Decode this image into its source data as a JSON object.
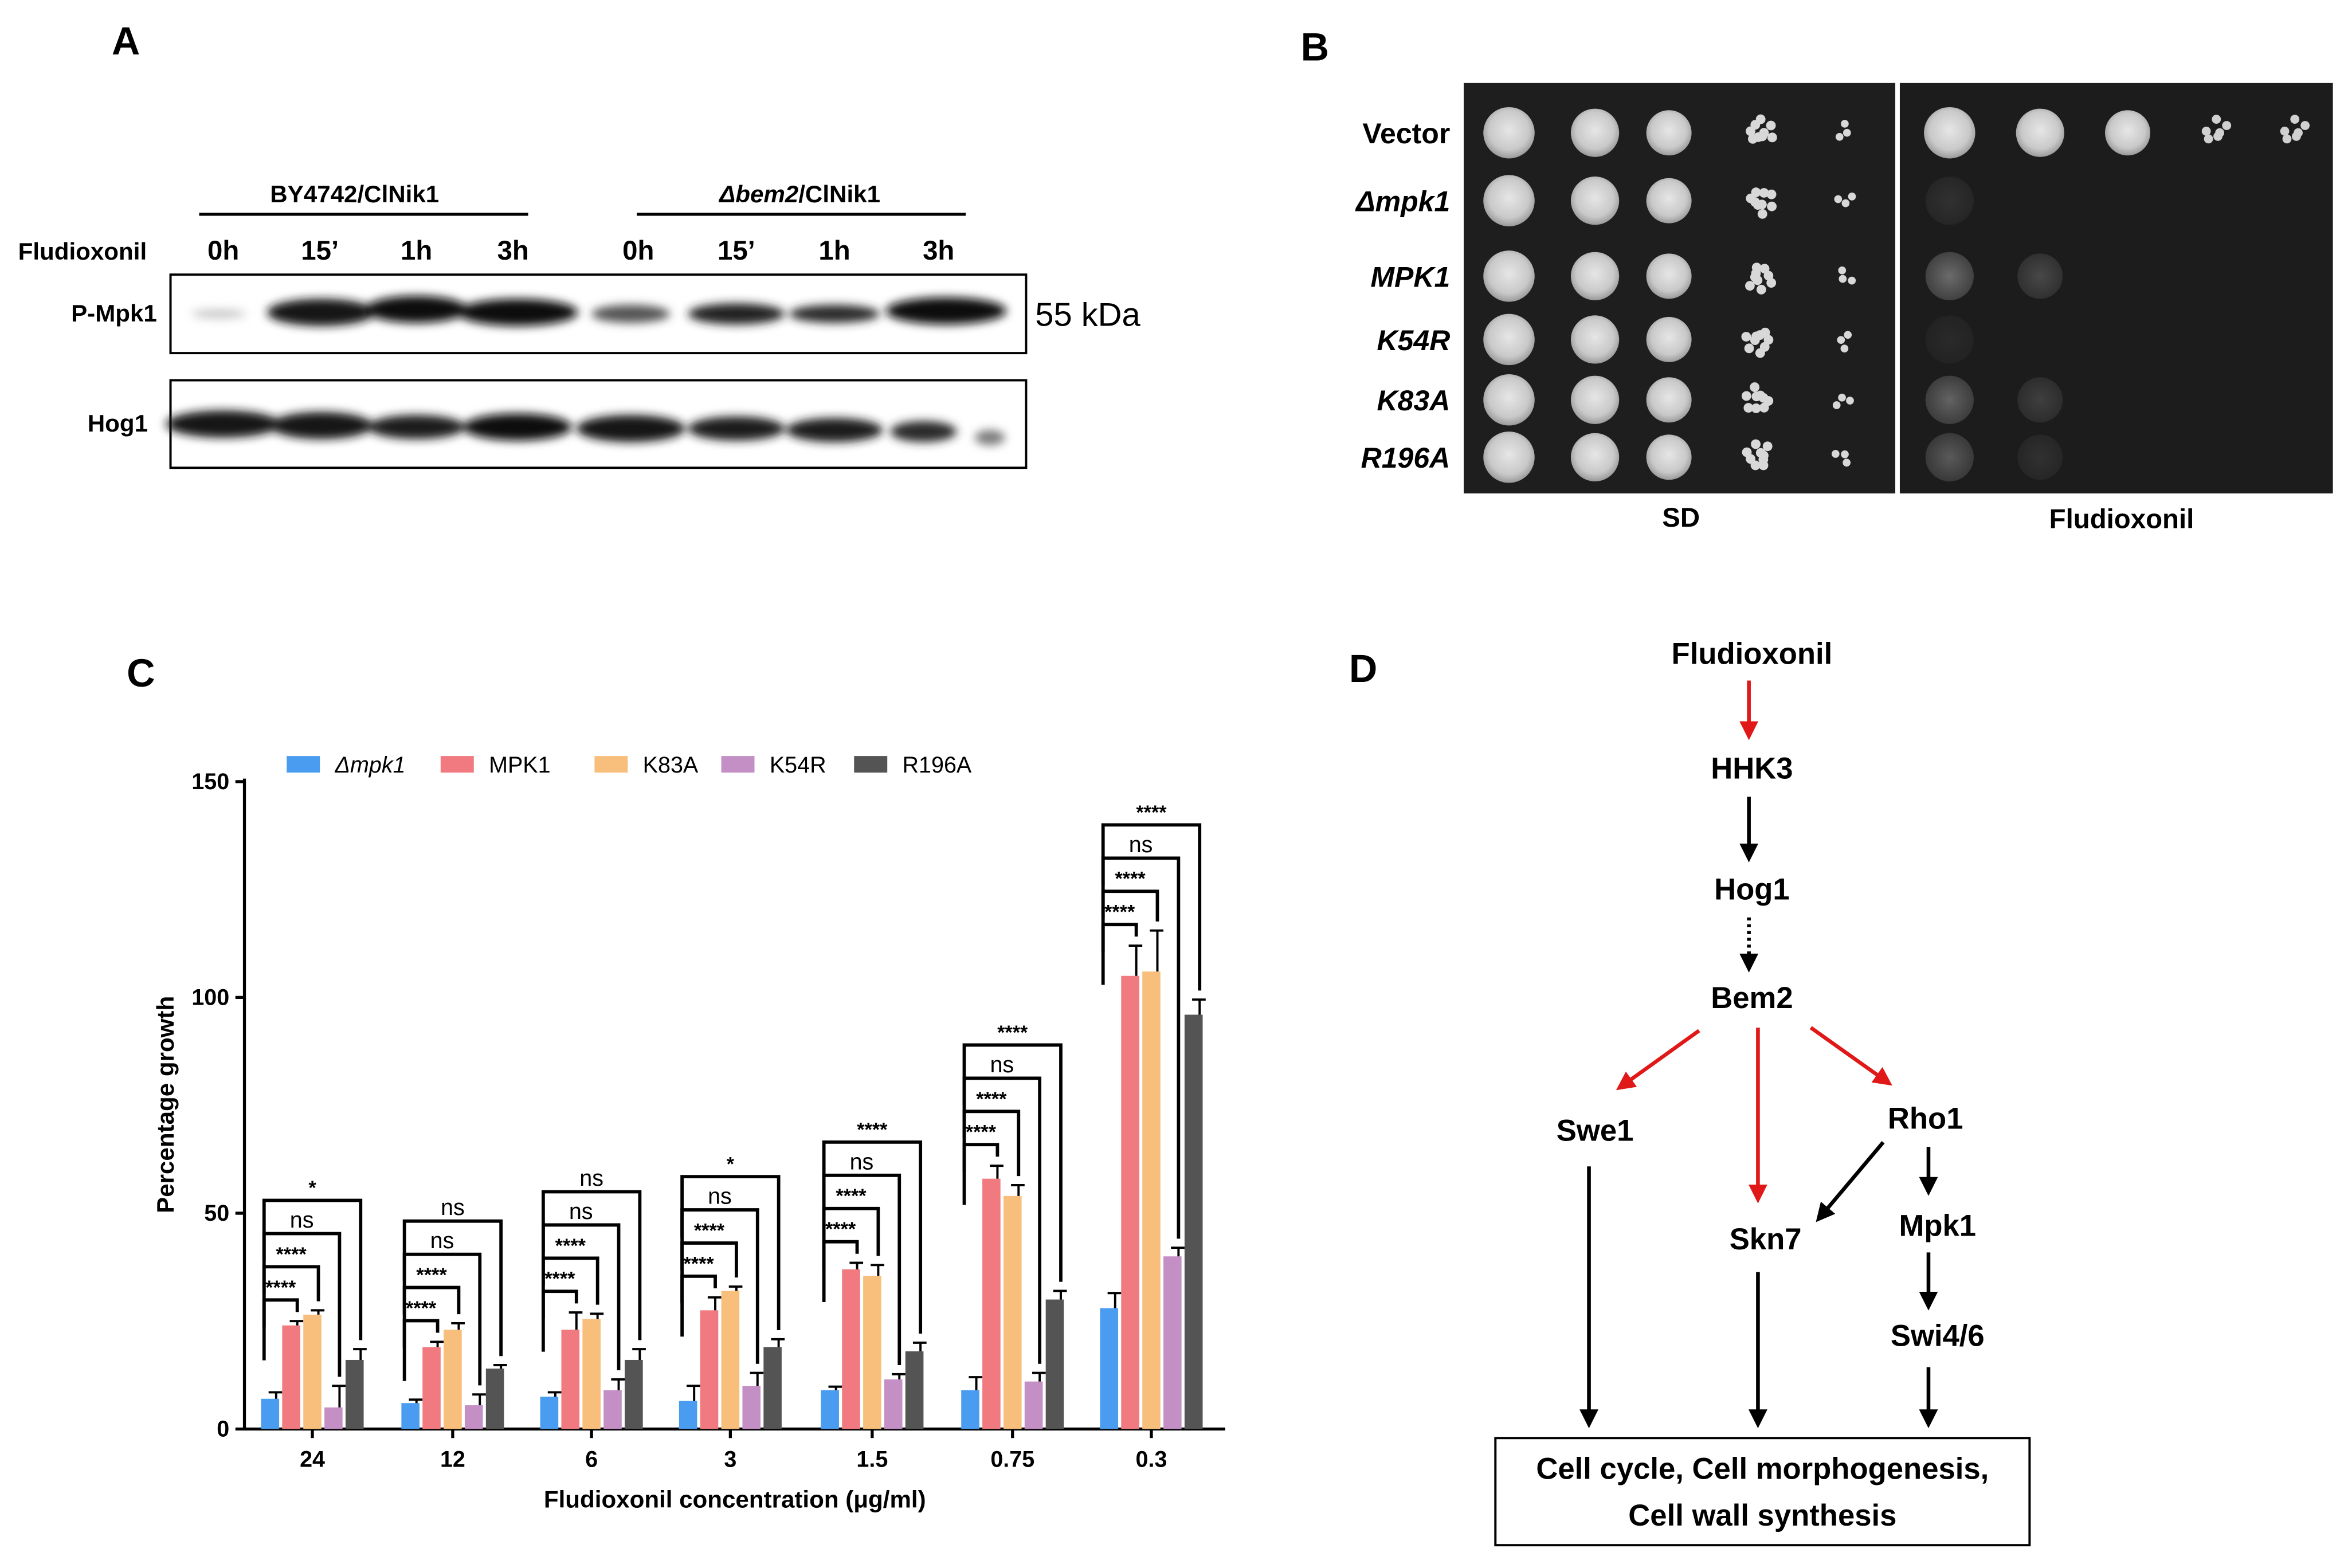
{
  "panels": {
    "a": {
      "letter": "A",
      "group1": "BY4742/ClNik1",
      "group2_italic": "Δbem2",
      "group2_rest": "/ClNik1",
      "row_header": "Fludioxonil",
      "times": [
        "0h",
        "15’",
        "1h",
        "3h",
        "0h",
        "15’",
        "1h",
        "3h"
      ],
      "blot1_label": "P-Mpk1",
      "blot2_label": "Hog1",
      "size_marker": "55 kDa"
    },
    "b": {
      "letter": "B",
      "strains": [
        {
          "label": "Vector",
          "italic": false
        },
        {
          "label": "Δmpk1",
          "italic": true
        },
        {
          "label": "MPK1",
          "italic": true
        },
        {
          "label": "K54R",
          "italic": true
        },
        {
          "label": "K83A",
          "italic": true
        },
        {
          "label": "R196A",
          "italic": true
        }
      ],
      "plate1": "SD",
      "plate2": "Fludioxonil"
    },
    "c": {
      "letter": "C",
      "chart_data": {
        "type": "bar",
        "categories": [
          "24",
          "12",
          "6",
          "3",
          "1.5",
          "0.75",
          "0.3"
        ],
        "xlabel": "Fludioxonil concentration (μg/ml)",
        "ylabel": "Percentage growth",
        "ylim": [
          0,
          150
        ],
        "yticks": [
          0,
          50,
          100,
          150
        ],
        "legend_position": "top",
        "series": [
          {
            "name": "Δmpk1",
            "color": "#4a9cf0",
            "values": [
              7,
              6,
              7.5,
              6.5,
              9,
              9,
              28
            ],
            "errors": [
              1.5,
              0.8,
              1,
              3.5,
              0.8,
              3,
              3.5
            ]
          },
          {
            "name": "MPK1",
            "color": "#f07a80",
            "values": [
              24,
              19,
              23,
              27.5,
              37,
              58,
              105
            ],
            "errors": [
              1,
              1.2,
              4,
              3,
              1.5,
              3,
              7
            ]
          },
          {
            "name": "K83A",
            "color": "#f8bf7c",
            "values": [
              26.5,
              23,
              25.5,
              32,
              35.5,
              54,
              106
            ],
            "errors": [
              1,
              1.5,
              1.2,
              1,
              2.5,
              2.5,
              9.5
            ]
          },
          {
            "name": "K54R",
            "color": "#c48fc4",
            "values": [
              5,
              5.5,
              9,
              10,
              11.5,
              11,
              40
            ],
            "errors": [
              5,
              2.5,
              2.5,
              3,
              1.2,
              2,
              2
            ]
          },
          {
            "name": "R196A",
            "color": "#545454",
            "values": [
              16,
              14,
              16,
              19,
              18,
              30,
              96
            ],
            "errors": [
              2.5,
              0.8,
              2.5,
              1.8,
              2,
              2,
              3.5
            ]
          }
        ],
        "significance": [
          [
            "****",
            "****",
            "ns",
            "*"
          ],
          [
            "****",
            "****",
            "ns",
            "ns"
          ],
          [
            "****",
            "****",
            "ns",
            "ns"
          ],
          [
            "****",
            "****",
            "ns",
            "*"
          ],
          [
            "****",
            "****",
            "ns",
            "****"
          ],
          [
            "****",
            "****",
            "ns",
            "****"
          ],
          [
            "****",
            "****",
            "ns",
            "****"
          ]
        ]
      }
    },
    "d": {
      "letter": "D",
      "nodes": {
        "fludioxonil": "Fludioxonil",
        "hhk3": "HHK3",
        "hog1": "Hog1",
        "bem2": "Bem2",
        "swe1": "Swe1",
        "rho1": "Rho1",
        "skn7": "Skn7",
        "mpk1": "Mpk1",
        "swi46": "Swi4/6"
      },
      "outcome_line1": "Cell cycle, Cell morphogenesis,",
      "outcome_line2": "Cell wall synthesis",
      "colors": {
        "activation": "#e01818",
        "signal": "#000000"
      }
    }
  }
}
